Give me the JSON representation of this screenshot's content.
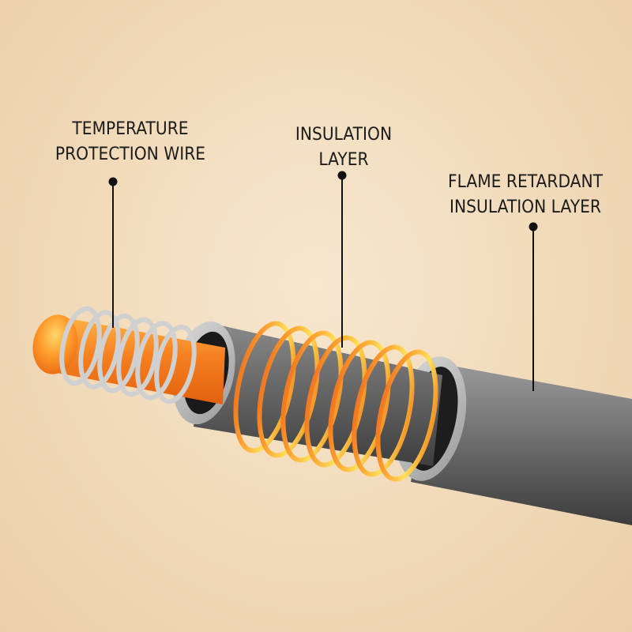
{
  "labels": {
    "temperature_protection_wire": [
      "TEMPERATURE",
      "PROTECTION WIRE"
    ],
    "insulation_layer": [
      "INSULATION",
      "LAYER"
    ],
    "flame_retardant_insulation_layer": [
      "FLAME RETARDANT",
      "INSULATION LAYER"
    ]
  },
  "colors": {
    "background": "#f2dcbc",
    "core": "#f07a1e",
    "core_highlight": "#ffb347",
    "jacket": "#8e8e8e",
    "jacket_dark": "#4a4a4a",
    "coil_inner": "#d0d0d0",
    "coil_outer": "#f39a2a",
    "coil_outer_bright": "#ffd84a",
    "leader": "#111111"
  }
}
